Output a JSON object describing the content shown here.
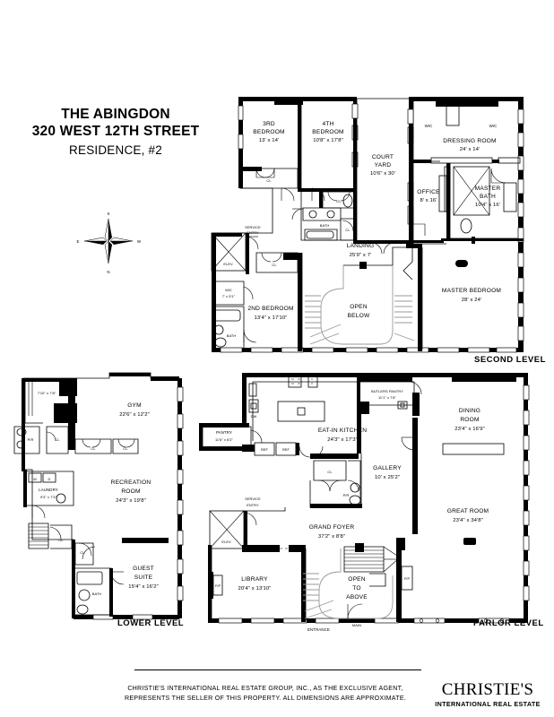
{
  "title": {
    "building": "THE ABINGDON",
    "address": "320 WEST 12TH STREET",
    "residence": "RESIDENCE, #2"
  },
  "compass": {
    "north": "N",
    "south": "S",
    "east": "E",
    "west": "W"
  },
  "levels": {
    "second": "SECOND LEVEL",
    "lower": "LOWER LEVEL",
    "parlor": "PARLOR LEVEL"
  },
  "second_level": {
    "rooms": [
      {
        "name": "3RD\nBEDROOM",
        "line1": "3RD",
        "line2": "BEDROOM",
        "dim": "13' x 14'"
      },
      {
        "line1": "4TH",
        "line2": "BEDROOM",
        "dim": "10'8\" x 17'8\""
      },
      {
        "line1": "COURT",
        "line2": "YARD",
        "dim": "10'6\" x 30'"
      },
      {
        "line1": "DRESSING ROOM",
        "dim": "24' x 14'"
      },
      {
        "line1": "OFFICE",
        "dim": "8' x 16'"
      },
      {
        "line1": "MASTER",
        "line2": "BATH",
        "dim": "10'4\" x 16'"
      },
      {
        "line1": "MASTER BEDROOM",
        "dim": "28' x 24'"
      },
      {
        "line1": "2ND BEDROOM",
        "dim": "13'4\" x 17'10\""
      },
      {
        "line1": "LANDING",
        "dim": "25'9\" x 7'"
      },
      {
        "line1": "WIC",
        "dim": "7' x 5'1\""
      }
    ],
    "labels": {
      "bedroom3_l1": "3RD",
      "bedroom3_l2": "BEDROOM",
      "bedroom3_dim": "13' x 14'",
      "bedroom4_l1": "4TH",
      "bedroom4_l2": "BEDROOM",
      "bedroom4_dim": "10'8\" x 17'8\"",
      "court_l1": "COURT",
      "court_l2": "YARD",
      "court_dim": "10'6\" x 30'",
      "wic_left": "WIC",
      "wic_right": "WIC",
      "dressing": "DRESSING ROOM",
      "dressing_dim": "24' x 14'",
      "office": "OFFICE",
      "office_dim": "8' x 16'",
      "mbath_l1": "MASTER",
      "mbath_l2": "BATH",
      "mbath_dim": "10'4\" x 16'",
      "mbed": "MASTER BEDROOM",
      "mbed_dim": "28' x 24'",
      "bed2": "2ND BEDROOM",
      "bed2_dim": "13'4\" x 17'10\"",
      "landing": "LANDING",
      "landing_dim": "25'9\" x 7'",
      "wic2": "WIC",
      "wic2_dim": "7' x 5'1\"",
      "bath_upper": "BATH",
      "bath_lower": "BATH",
      "cl1": "CL",
      "cl2": "CL",
      "cl3": "CL",
      "cl4": "CL",
      "service_l1": "SERVICE",
      "service_l2": "ENTRY",
      "elev": "ELEV.",
      "open_l1": "OPEN",
      "open_l2": "BELOW"
    }
  },
  "lower_level": {
    "labels": {
      "small_room_dim": "7'10\" x 7'8\"",
      "gym": "GYM",
      "gym_dim": "22'6\" x 12'2\"",
      "rec_l1": "RECREATION",
      "rec_l2": "ROOM",
      "rec_dim": "24'3\" x 19'8\"",
      "laundry": "LAUNDRY",
      "laundry_dim": "9'3\" x 7'3\"",
      "guest_l1": "GUEST",
      "guest_l2": "SUITE",
      "guest_dim": "15'4\" x 16'2\"",
      "bath": "BATH",
      "pr": "P/R",
      "w": "W",
      "d": "D",
      "cl1": "CL",
      "cl2": "CL",
      "cl3": "CL",
      "cl4": "CL",
      "cl5": "CL"
    }
  },
  "parlor_level": {
    "labels": {
      "pantry": "PANTRY",
      "pantry_dim": "11'6\" x 6'2\"",
      "kitchen": "EAT-IN KITCHEN",
      "kitchen_dim": "24'3\" x 17'3\"",
      "butlers": "BUTLERS PANTRY",
      "butlers_dim": "11'1\" x 7'6\"",
      "dining_l1": "DINING",
      "dining_l2": "ROOM",
      "dining_dim": "23'4\" x 16'9\"",
      "gallery": "GALLERY",
      "gallery_dim": "10' x 25'2\"",
      "great": "GREAT ROOM",
      "great_dim": "23'4\" x 34'8\"",
      "foyer": "GRAND FOYER",
      "foyer_dim": "37'2\" x 8'8\"",
      "library": "LIBRARY",
      "library_dim": "20'4\" x 13'10\"",
      "open_l1": "OPEN",
      "open_l2": "TO",
      "open_l3": "ABOVE",
      "service_l1": "SERVICE",
      "service_l2": "ENTRY",
      "elev": "ELEV.",
      "main_l1": "MAIN",
      "main_l2": "ENTRANCE",
      "ref1": "REF",
      "ref2": "REF",
      "dw": "DW",
      "cl": "CL",
      "pr": "P/R",
      "fp1": "F/P",
      "fp2": "F/P",
      "fp3": "F/P"
    }
  },
  "footer": {
    "line1": "CHRISTIE'S INTERNATIONAL REAL ESTATE GROUP, INC., AS THE EXCLUSIVE AGENT,",
    "line2": "REPRESENTS THE SELLER OF THIS PROPERTY. ALL DIMENSIONS ARE APPROXIMATE.",
    "brand": "CHRISTIE'S",
    "brand_sub": "INTERNATIONAL REAL ESTATE"
  },
  "colors": {
    "ink": "#000000",
    "paper": "#ffffff",
    "gray": "#9a9a9a"
  }
}
